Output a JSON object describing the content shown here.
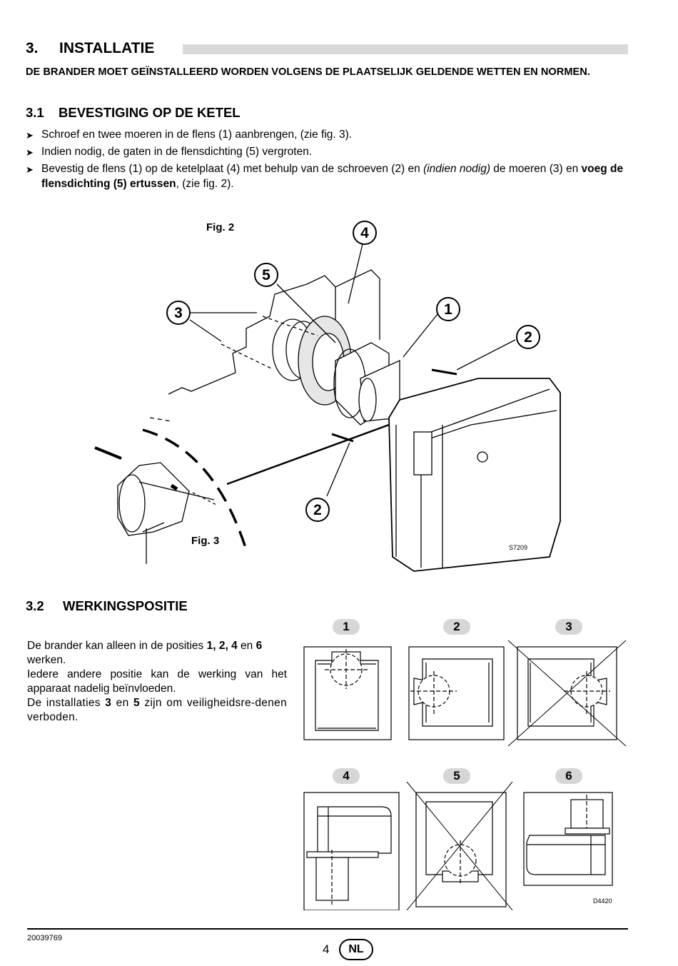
{
  "section": {
    "number": "3.",
    "title": "INSTALLATIE"
  },
  "intro": "DE BRANDER MOET GEÏNSTALLEERD WORDEN VOLGENS DE PLAATSELIJK GELDENDE WETTEN EN NORMEN.",
  "sub1": {
    "number": "3.1",
    "title": "BEVESTIGING OP DE KETEL",
    "bullets": [
      "Schroef en twee moeren in de flens (1) aanbrengen, (zie fig. 3).",
      "Indien nodig, de gaten in de flensdichting (5) vergroten."
    ],
    "bullet3": {
      "a": "Bevestig de flens (1) op de ketelplaat (4) met behulp van de schroeven (2) en ",
      "b_italic": "(indien nodig)",
      "c": " de moeren (3) en ",
      "d_bold": "voeg de flensdichting (5) ertussen",
      "e": ", (zie fig. 2)."
    }
  },
  "figure1": {
    "fig2_label": "Fig. 2",
    "fig3_label": "Fig. 3",
    "code": "S7209",
    "callouts": [
      "4",
      "5",
      "3",
      "1",
      "2",
      "2"
    ]
  },
  "sub2": {
    "number": "3.2",
    "title": "WERKINGSPOSITIE",
    "p1a": "De brander kan alleen in de posities ",
    "p1b": "1, 2, 4",
    "p1c": " en ",
    "p1d": "6",
    "p1e": " werken.",
    "p2": "Iedere andere positie kan de werking van het apparaat nadelig beïnvloeden.",
    "p3a": "De installaties ",
    "p3b": "3",
    "p3c": " en ",
    "p3d": "5",
    "p3e": " zijn om veiligheidsre-denen verboden."
  },
  "positions": {
    "labels": [
      "1",
      "2",
      "3",
      "4",
      "5",
      "6"
    ],
    "code": "D4420"
  },
  "footer": {
    "doc_number": "20039769",
    "page": "4",
    "lang": "NL"
  }
}
